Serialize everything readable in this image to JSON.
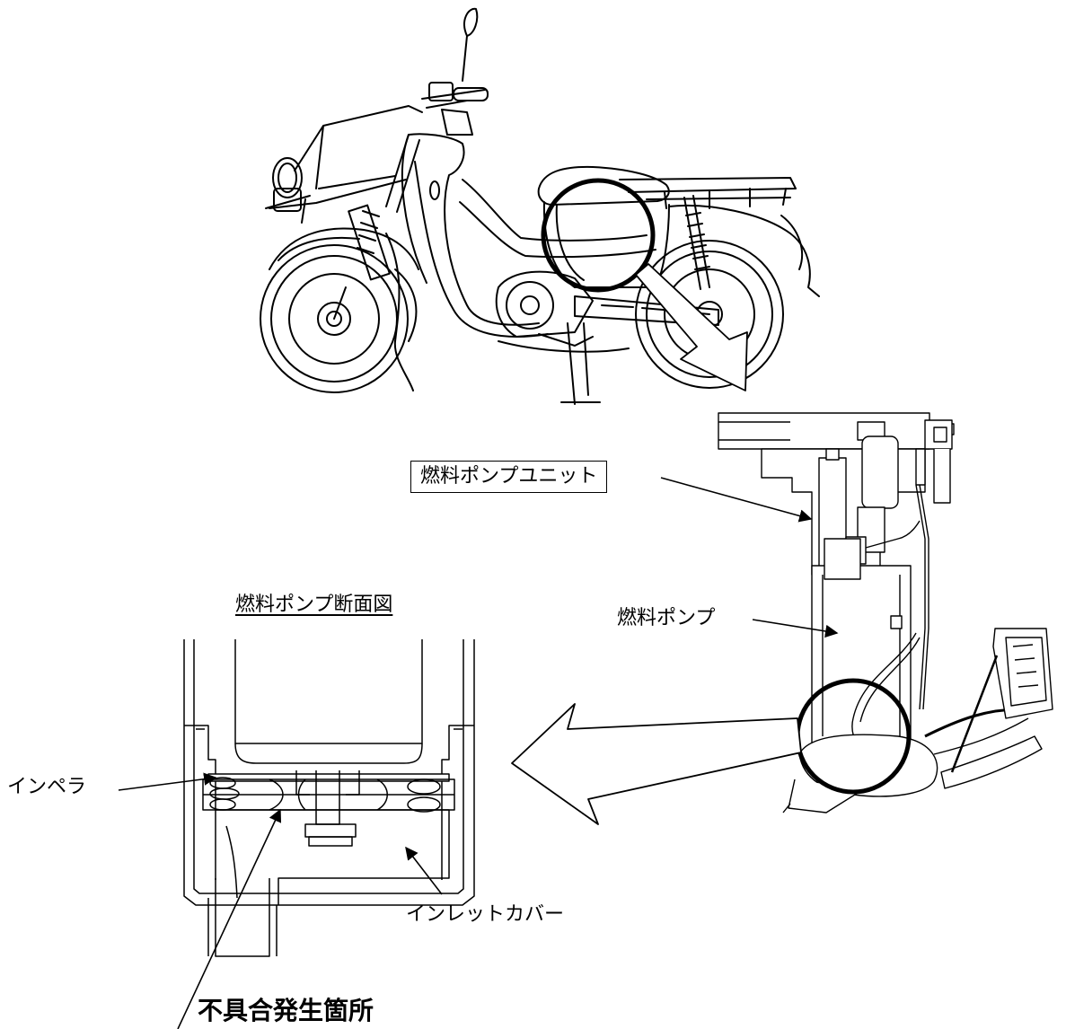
{
  "labels": {
    "fuel_pump_unit": "燃料ポンプユニット",
    "fuel_pump_section": "燃料ポンプ断面図",
    "fuel_pump": "燃料ポンプ",
    "impeller": "インペラ",
    "inlet_cover": "インレットカバー",
    "defect_location": "不具合発生箇所"
  }
}
